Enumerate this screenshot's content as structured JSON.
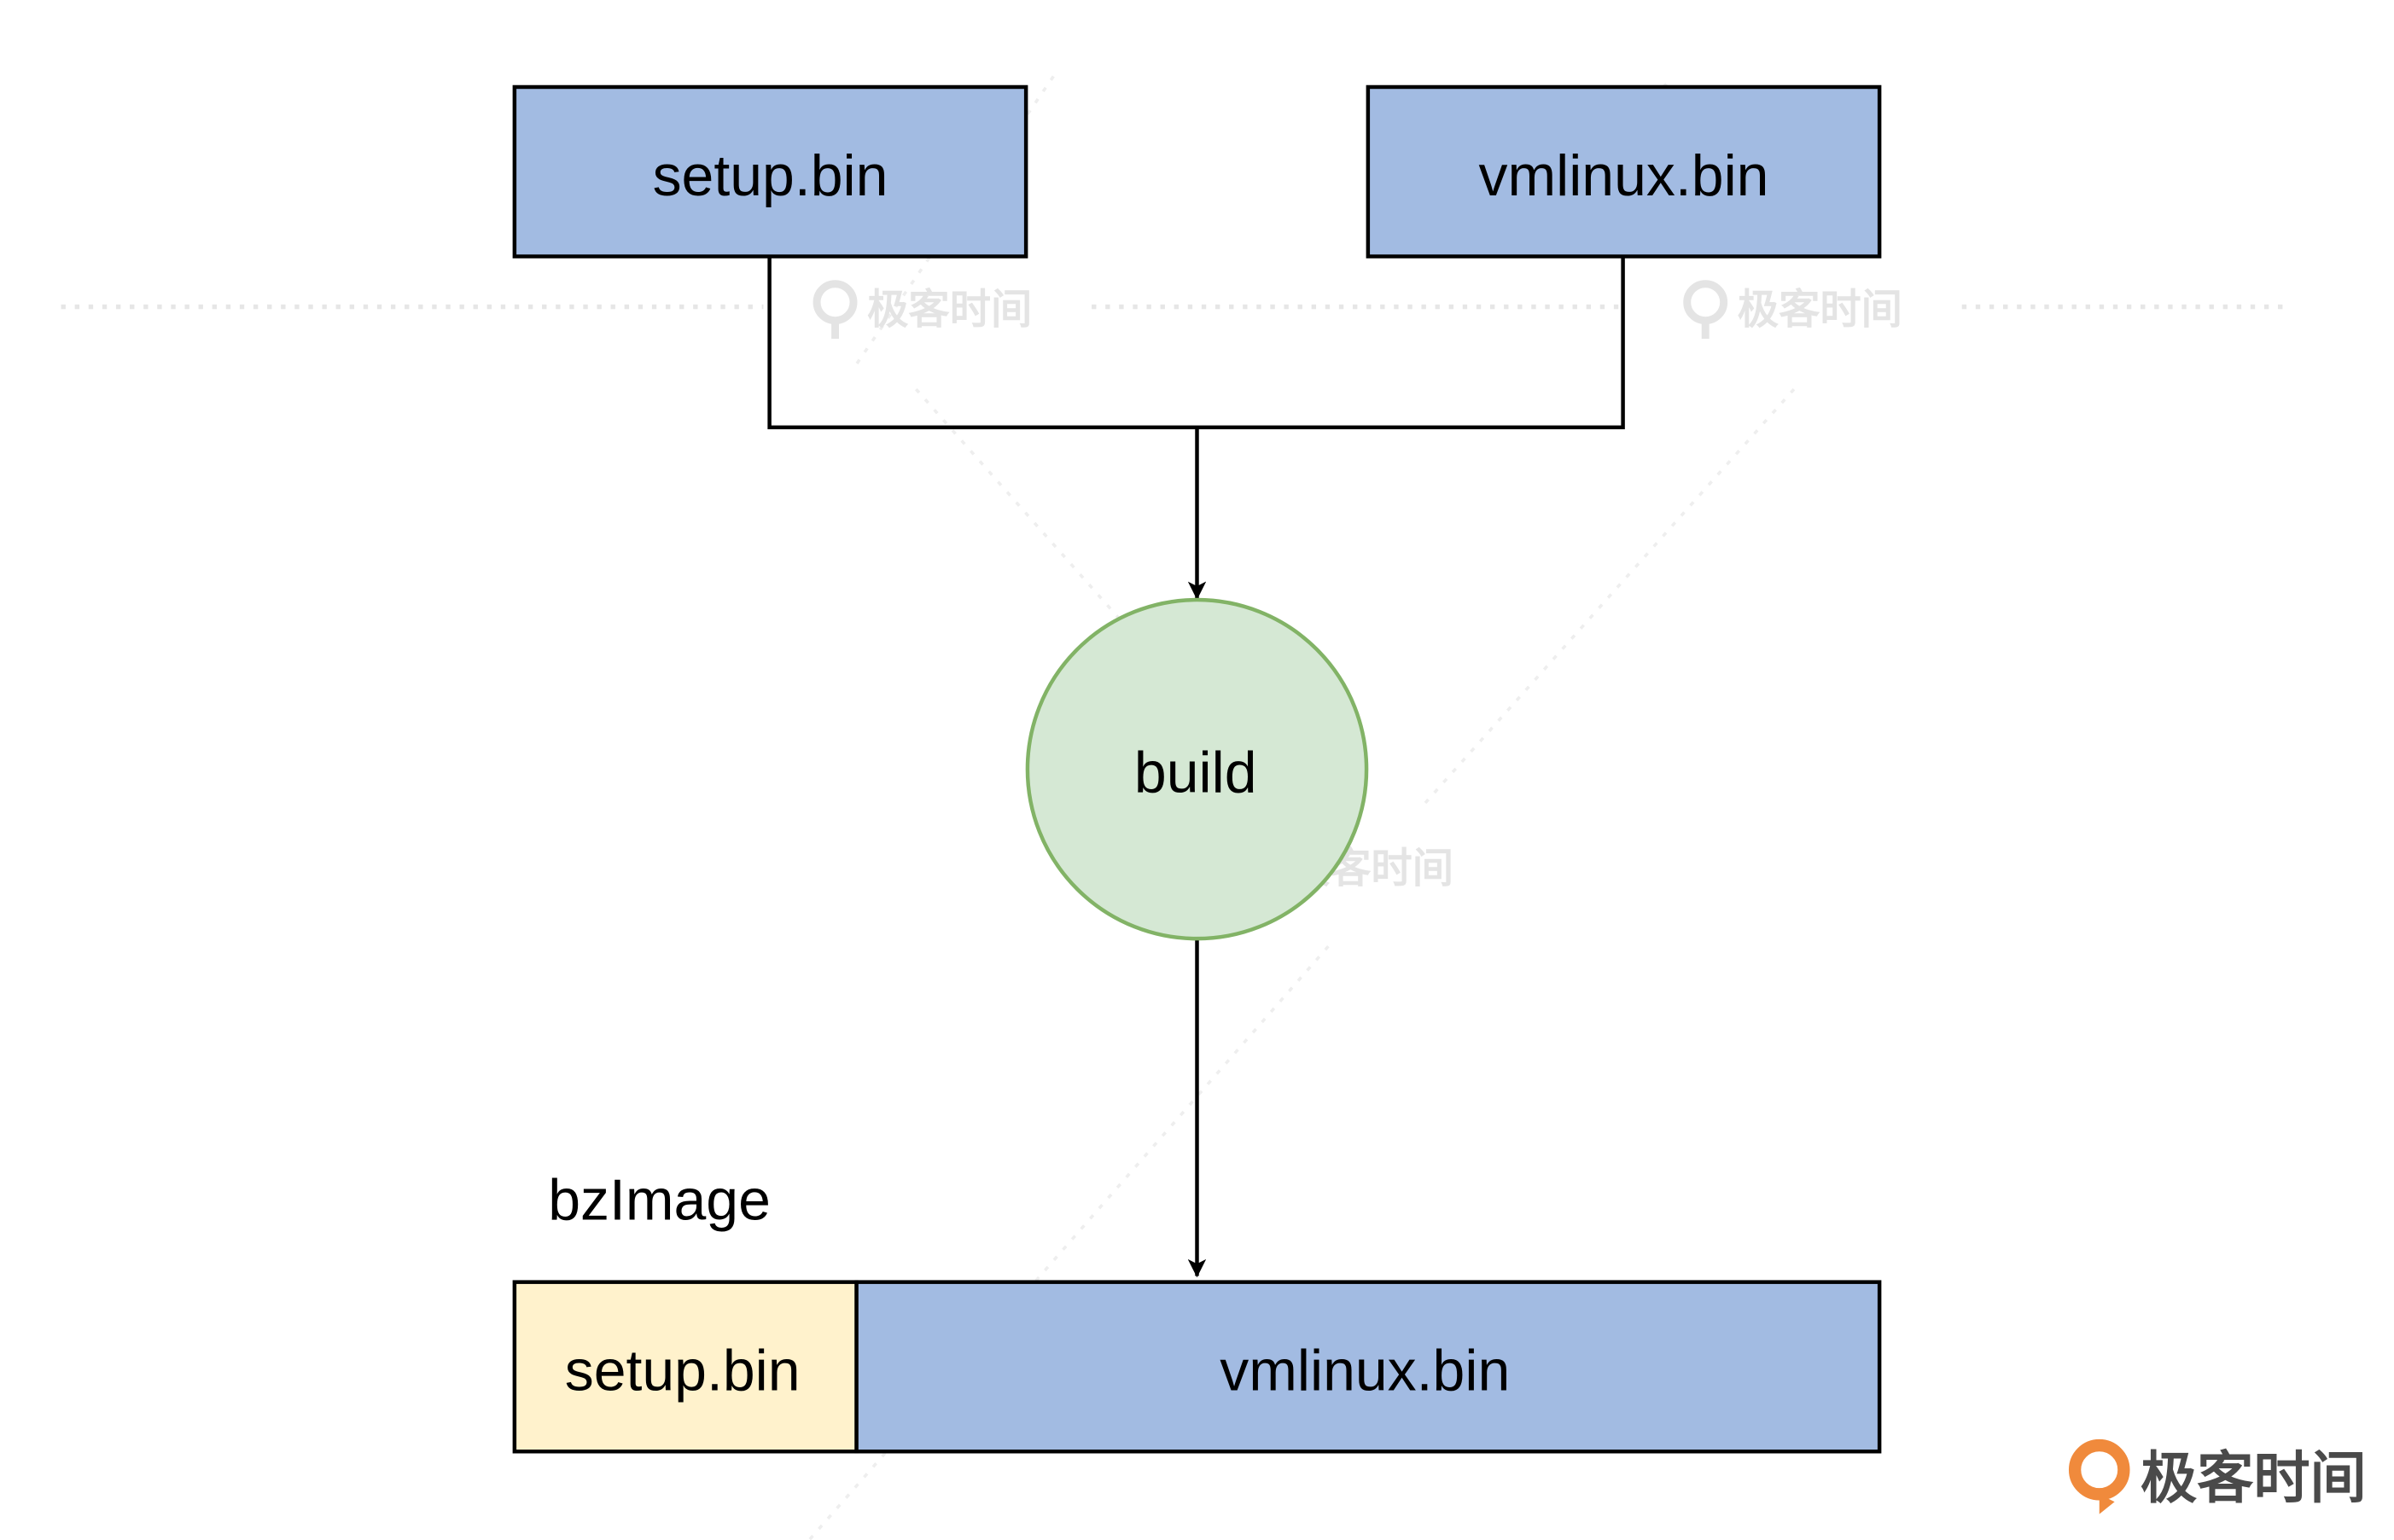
{
  "diagram": {
    "nodes": {
      "setup_top": {
        "label": "setup.bin",
        "fill": "#a2bbe2"
      },
      "vmlinux_top": {
        "label": "vmlinux.bin",
        "fill": "#a2bbe2"
      },
      "build": {
        "label": "build",
        "fill": "#d5e8d4",
        "stroke": "#82b366"
      },
      "image_label": {
        "label": "bzImage"
      },
      "setup_bottom": {
        "label": "setup.bin",
        "fill": "#fff2cc"
      },
      "vmlinux_bottom": {
        "label": "vmlinux.bin",
        "fill": "#a2bbe2"
      }
    },
    "edges": [
      {
        "from": "setup_top",
        "to": "build"
      },
      {
        "from": "vmlinux_top",
        "to": "build"
      },
      {
        "from": "build",
        "to": "vmlinux_bottom"
      }
    ]
  },
  "watermark": {
    "text": "极客时间",
    "icon": "geektime-logo-icon"
  },
  "brand": {
    "text": "极客时间",
    "icon": "geektime-logo-icon",
    "accent": "#f08a3c"
  }
}
